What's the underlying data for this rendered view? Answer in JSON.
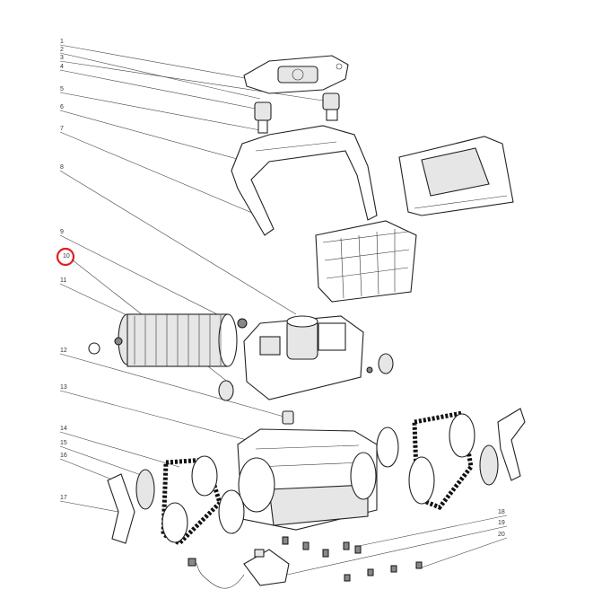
{
  "callouts": [
    "1",
    "2",
    "3",
    "4",
    "5",
    "6",
    "7",
    "8",
    "9",
    "10",
    "11",
    "12",
    "13",
    "14",
    "15",
    "16",
    "17",
    "18",
    "19",
    "20"
  ],
  "highlight": {
    "label": "10",
    "color": "#e02020"
  }
}
